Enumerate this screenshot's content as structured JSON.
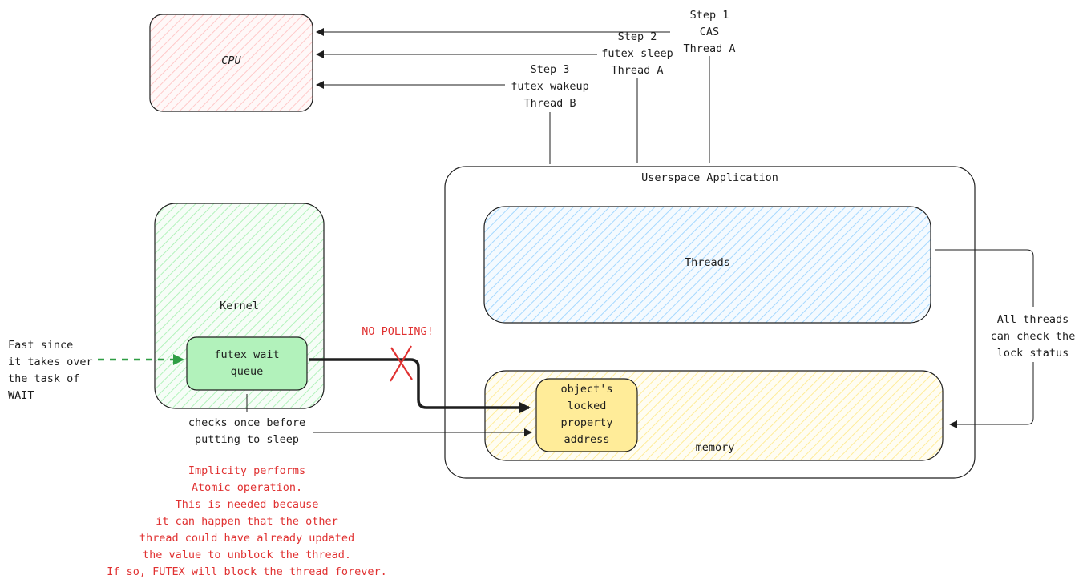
{
  "nodes": {
    "cpu": "CPU",
    "userspace": "Userspace Application",
    "threads": "Threads",
    "memory": "memory",
    "kernel": "Kernel",
    "futex_queue": "futex wait\nqueue",
    "locked_property": "object's\nlocked\nproperty\naddress"
  },
  "edges": {
    "step1": "Step 1\nCAS\nThread A",
    "step2": "Step 2\nfutex sleep\nThread A",
    "step3": "Step 3\nfutex wakeup\nThread B",
    "threads_to_memory": "All threads\ncan check the\nlock status",
    "kernel_to_memory": "checks once before\nputting to sleep",
    "no_polling": "NO POLLING!",
    "fast_since": "Fast since\nit takes over\nthe task of\nWAIT"
  },
  "notes": {
    "atomic": "Implicity performs\nAtomic operation.\nThis is needed because\nit can happen that the other\nthread could have already updated\nthe value to unblock the thread.\nIf so, FUTEX will block the thread forever."
  },
  "colors": {
    "cpu_fill": "#ffc9c9",
    "threads_fill": "#a5d8ff",
    "memory_fill": "#ffec99",
    "kernel_fill": "#b2f2bb",
    "futex_fill": "#b2f2bb",
    "locked_fill": "#ffec99",
    "red_text": "#e03131",
    "green_arrow": "#2f9e44"
  }
}
